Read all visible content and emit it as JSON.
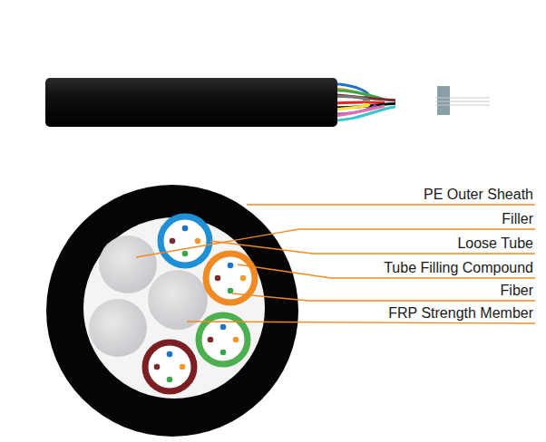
{
  "diagram": {
    "labels": [
      "PE Outer Sheath",
      "Filler",
      "Loose Tube",
      "Tube Filling Compound",
      "Fiber",
      "FRP Strength Member"
    ]
  }
}
